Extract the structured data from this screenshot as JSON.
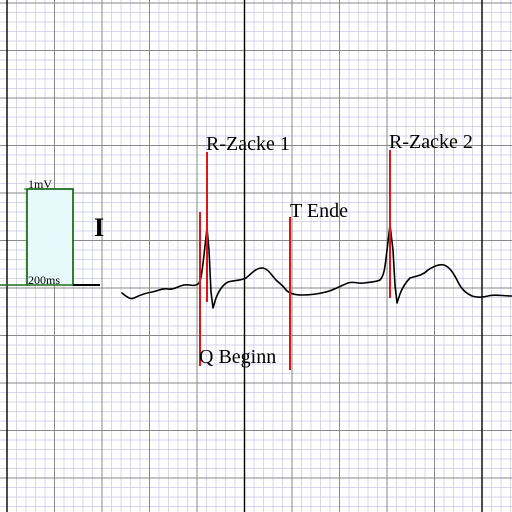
{
  "colors": {
    "background": "#ffffff",
    "grid_minor": "#c8c8e6",
    "grid_major": "#8a8a8a",
    "grid_heavy": "#000000",
    "trace": "#000000",
    "marker": "#e01414",
    "calibration_fill": "#e6f8fa",
    "calibration_stroke": "#1a6e1a"
  },
  "calibration": {
    "voltage_label": "1mV",
    "time_label": "200ms"
  },
  "lead_label": "I",
  "markers": {
    "r_peak_1": "R-Zacke 1",
    "r_peak_2": "R-Zacke 2",
    "t_end": "T Ende",
    "q_begin": "Q Beginn"
  }
}
